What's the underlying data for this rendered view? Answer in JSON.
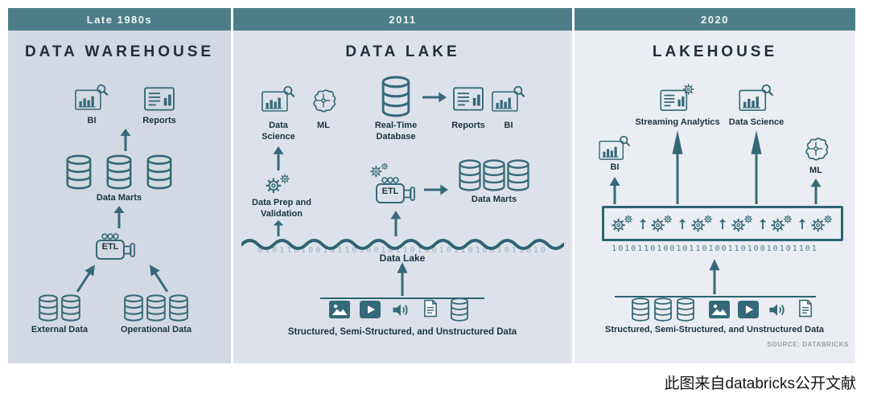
{
  "caption": "此图来自databricks公开文献",
  "panels": [
    {
      "era": "Late 1980s",
      "title": "DATA WAREHOUSE",
      "labels": {
        "bi": "BI",
        "reports": "Reports",
        "data_marts": "Data Marts",
        "etl": "ETL",
        "external_data": "External Data",
        "operational_data": "Operational Data"
      }
    },
    {
      "era": "2011",
      "title": "DATA LAKE",
      "labels": {
        "data_science": "Data Science",
        "ml": "ML",
        "realtime_db": "Real-Time Database",
        "reports": "Reports",
        "bi": "BI",
        "data_prep": "Data Prep and Validation",
        "etl": "ETL",
        "data_marts": "Data Marts",
        "data_lake": "Data Lake",
        "bottom": "Structured, Semi-Structured, and Unstructured Data"
      },
      "binary": "0101101001011010010110100101101001011010"
    },
    {
      "era": "2020",
      "title": "LAKEHOUSE",
      "labels": {
        "streaming_analytics": "Streaming Analytics",
        "data_science": "Data Science",
        "bi": "BI",
        "ml": "ML",
        "bottom": "Structured, Semi-Structured, and Unstructured Data",
        "source": "SOURCE: DATABRICKS"
      },
      "binary": "10101101001011010011010010101101"
    }
  ]
}
